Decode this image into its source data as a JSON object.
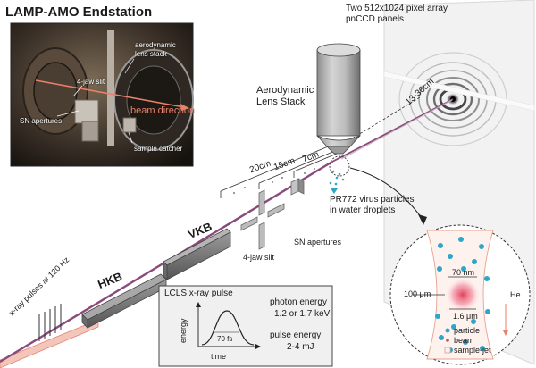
{
  "title": "LAMP-AMO Endstation",
  "photo": {
    "aerodynamic": "aerodynamic",
    "lens_stack": "lens stack",
    "jaw_slit": "4-jaw slit",
    "beam_direction": "beam direction",
    "sn_apertures": "SN apertures",
    "sample_catcher": "sample catcher"
  },
  "detector": {
    "line1": "Two 512x1024 pixel array",
    "line2": "pnCCD panels"
  },
  "lens": {
    "line1": "Aerodynamic",
    "line2": "Lens Stack"
  },
  "distances": {
    "d20": "20cm",
    "d15": "15cm",
    "d7": "7cm",
    "d1336": "13-36cm"
  },
  "particles": {
    "line1": "PR772 virus particles",
    "line2": "in water droplets"
  },
  "optics": {
    "vkb": "VKB",
    "hkb": "HKB",
    "jaw_slit": "4-jaw slit",
    "sn_apertures": "SN apertures"
  },
  "xray_pulses": "x-ray pulses at 120 Hz",
  "lcls_box": {
    "title": "LCLS x-ray pulse",
    "energy_axis": "energy",
    "time_axis": "time",
    "pulse_width": "70 fs",
    "photon_energy_label": "photon energy",
    "photon_energy_value": "1.2 or 1.7 keV",
    "pulse_energy_label": "pulse energy",
    "pulse_energy_value": "2-4 mJ"
  },
  "magnified": {
    "nm70": "70 nm",
    "um100": "100 μm",
    "um16": "1.6 μm",
    "he": "He",
    "legend_particle": "particle",
    "legend_beam": "beam",
    "legend_jet": "sample-jet"
  },
  "colors": {
    "beam": "#e8806a",
    "beam_line": "#8a4a7a",
    "particle": "#2fa6c8",
    "beam_spot": "#e2405a",
    "jet": "#e8a090",
    "panel": "#f0f0f0"
  }
}
